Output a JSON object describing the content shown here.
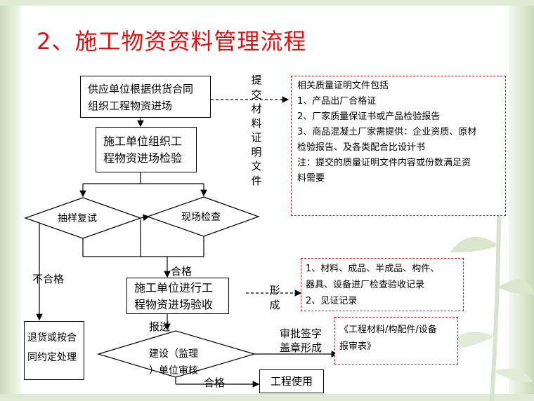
{
  "title": "2、施工物资资料管理流程",
  "nodes": {
    "supply_line1": "供应单位根据供货合同",
    "supply_line2": "组织工程物资进场",
    "inspect_line1": "施工单位组织工",
    "inspect_line2": "程物资进场检验",
    "sample": "抽样复试",
    "site_check": "现场检查",
    "accept_line1": "施工单位进行工",
    "accept_line2": "程物资进场验收",
    "return_line1": "退货或按合",
    "return_line2": "同约定处理",
    "review_line1": "建设（监理",
    "review_line2": "）单位审核",
    "use": "工程使用"
  },
  "labels": {
    "submit_docs": [
      "提",
      "交",
      "材",
      "料",
      "证",
      "明",
      "文",
      "件"
    ],
    "unqualified": "不合格",
    "qualified_1": "合格",
    "form": [
      "形",
      "成"
    ],
    "send": "报送",
    "approve_line1": "审批签字",
    "approve_line2": "盖章形成",
    "qualified_2": "合格"
  },
  "notes": {
    "quality_docs": [
      "相关质量证明文件包括",
      "1、产品出厂合格证",
      "2、厂家质量保证书或产品检验报告",
      "3、商品混凝土厂家需提供：企业资质、原材",
      "检验报告、及各类配合比设计书",
      "注：提交的质量证明文件内容或份数满足资",
      "料需要"
    ],
    "records": [
      "1、材料、成品、半成品、构件、",
      "器具、设备进厂检查验收记录",
      "2、见证记录"
    ],
    "report_form": [
      "《工程材料/构配件/设备",
      "报审表》"
    ]
  },
  "colors": {
    "title": "#e01010",
    "dashed_border": "#c0202a",
    "line": "#000000"
  }
}
